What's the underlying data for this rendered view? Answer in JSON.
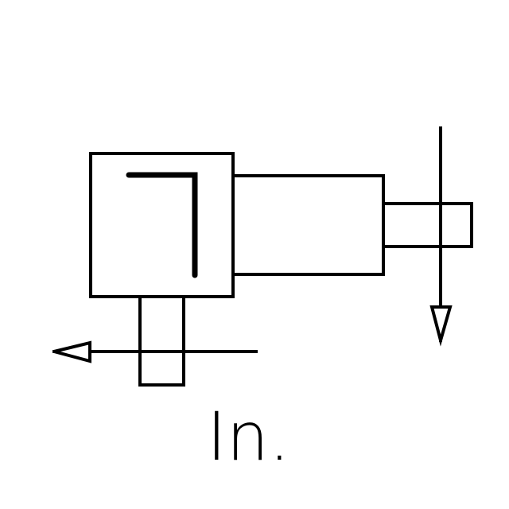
{
  "diagram": {
    "label": "In.",
    "stroke_color": "#000000",
    "background_color": "#ffffff",
    "components": [
      "gearbox-housing",
      "right-angle-symbol",
      "output-shaft-housing",
      "input-shaft",
      "bottom-shaft",
      "vertical-rotation-arrow",
      "horizontal-rotation-arrow"
    ]
  }
}
